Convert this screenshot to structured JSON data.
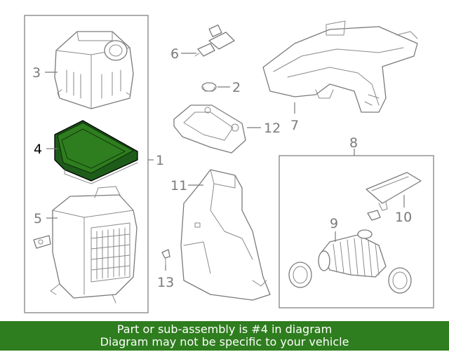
{
  "diagram": {
    "highlight_color": "#2e7d1e",
    "callouts": {
      "c1": "1",
      "c2": "2",
      "c3": "3",
      "c4": "4",
      "c5": "5",
      "c6": "6",
      "c7": "7",
      "c8": "8",
      "c9": "9",
      "c10": "10",
      "c11": "11",
      "c12": "12",
      "c13": "13"
    }
  },
  "banner": {
    "line1": "Part or sub-assembly is #4 in diagram",
    "line2": "Diagram may not be specific to your vehicle",
    "background": "#2e7d1e"
  }
}
